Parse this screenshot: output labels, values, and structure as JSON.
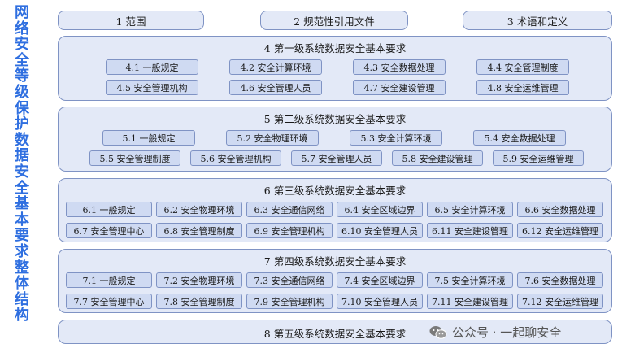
{
  "side_title": [
    "网",
    "络",
    "安",
    "全",
    "等",
    "级",
    "保",
    "护",
    "数",
    "据",
    "安",
    "全",
    "基",
    "本",
    "要",
    "求",
    "整",
    "体",
    "结",
    "构"
  ],
  "top": {
    "scope": "1 范围",
    "refs": "2 规范性引用文件",
    "terms": "3 术语和定义"
  },
  "level4": {
    "title": "4 第一级系统数据安全基本要求",
    "items": [
      "4.1 一般规定",
      "4.2 安全计算环境",
      "4.3 安全数据处理",
      "4.4 安全管理制度",
      "4.5 安全管理机构",
      "4.6 安全管理人员",
      "4.7 安全建设管理",
      "4.8 安全运维管理"
    ]
  },
  "level5": {
    "title": "5 第二级系统数据安全基本要求",
    "items": [
      "5.1 一般规定",
      "5.2 安全物理环境",
      "5.3 安全计算环境",
      "5.4 安全数据处理",
      "5.5 安全管理制度",
      "5.6 安全管理机构",
      "5.7 安全管理人员",
      "5.8 安全建设管理",
      "5.9 安全运维管理"
    ]
  },
  "level6": {
    "title": "6 第三级系统数据安全基本要求",
    "items": [
      "6.1 一般规定",
      "6.2 安全物理环境",
      "6.3 安全通信网络",
      "6.4 安全区域边界",
      "6.5 安全计算环境",
      "6.6 安全数据处理",
      "6.7 安全管理中心",
      "6.8 安全管理制度",
      "6.9 安全管理机构",
      "6.10 安全管理人员",
      "6.11 安全建设管理",
      "6.12 安全运维管理"
    ]
  },
  "level7": {
    "title": "7 第四级系统数据安全基本要求",
    "items": [
      "7.1 一般规定",
      "7.2 安全物理环境",
      "7.3 安全通信网络",
      "7.4 安全区域边界",
      "7.5 安全计算环境",
      "7.6 安全数据处理",
      "7.7 安全管理中心",
      "7.8 安全管理制度",
      "7.9 安全管理机构",
      "7.10 安全管理人员",
      "7.11 安全建设管理",
      "7.12 安全运维管理"
    ]
  },
  "level8": {
    "title": "8 第五级系统数据安全基本要求"
  },
  "watermark": "公众号 · 一起聊安全"
}
